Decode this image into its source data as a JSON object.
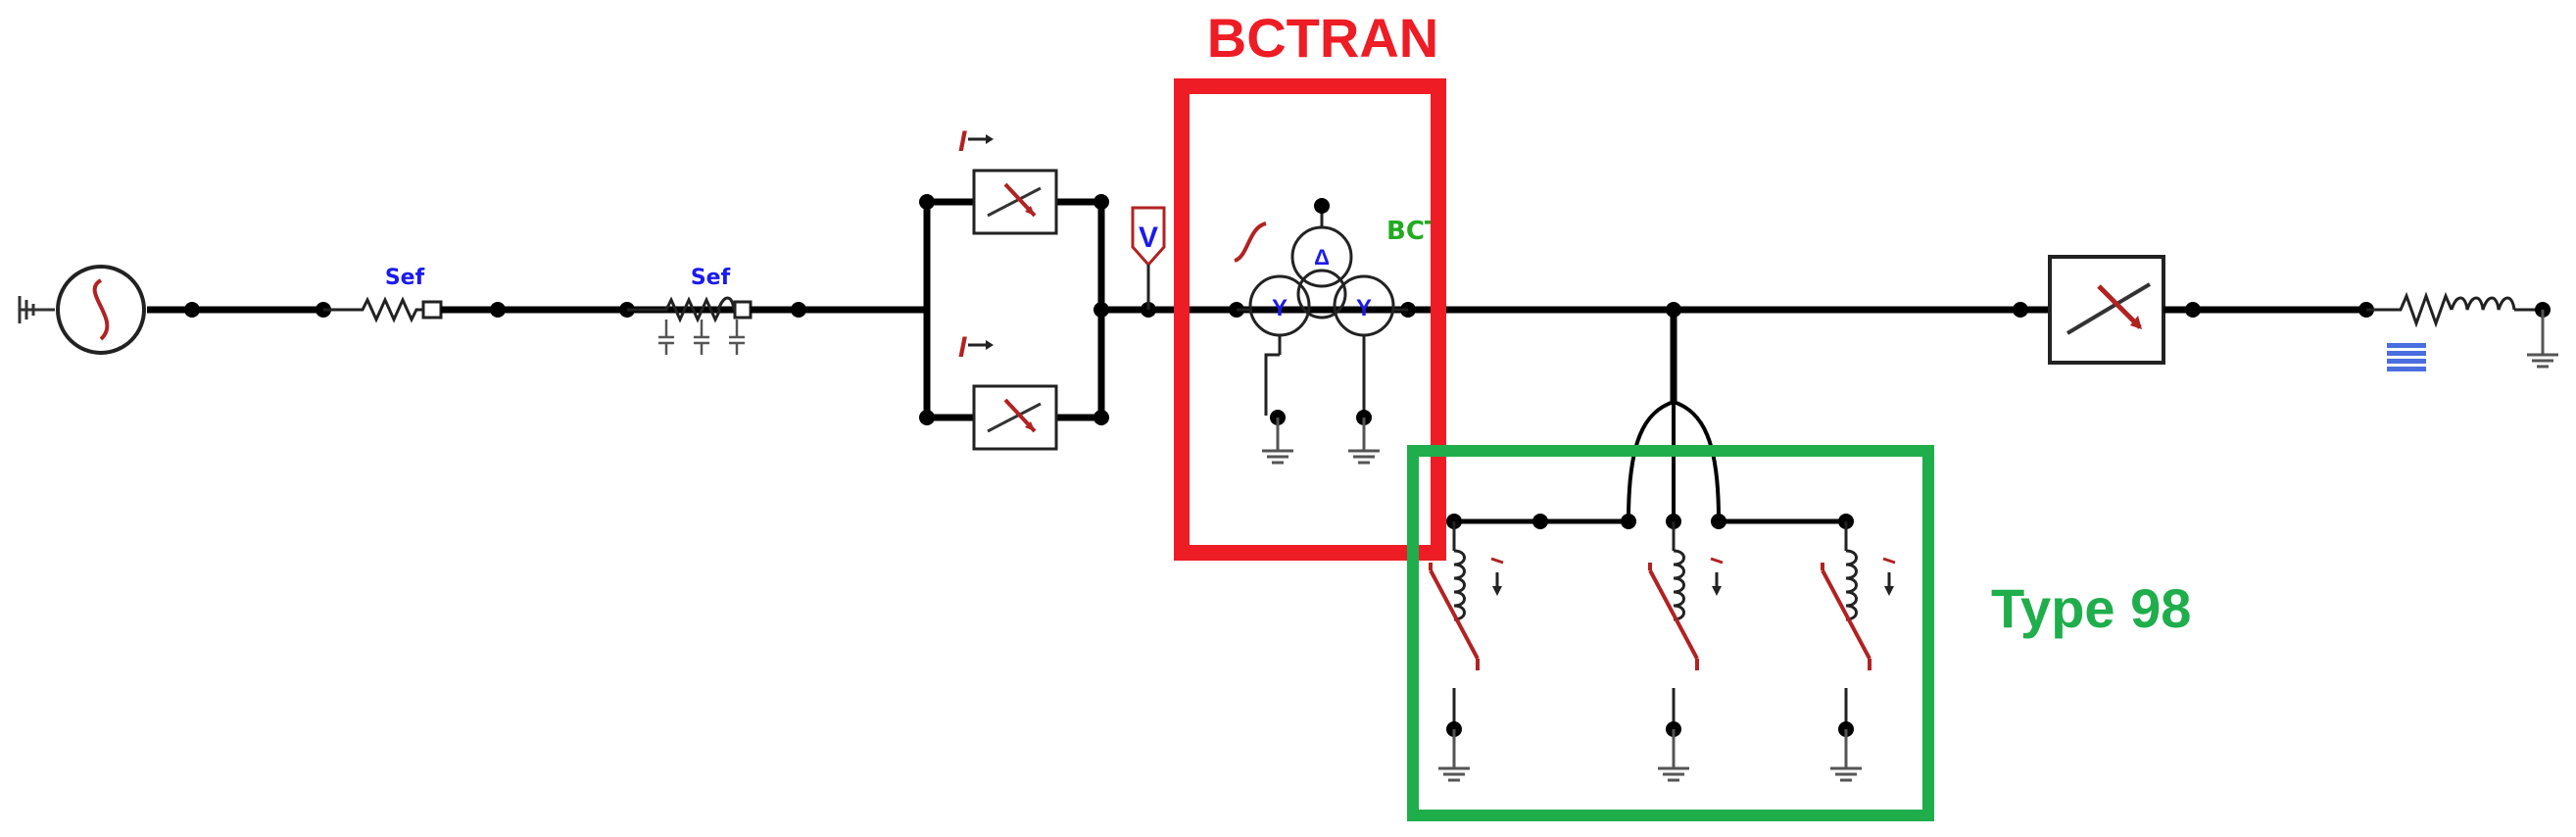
{
  "labels": {
    "bctran_title": "BCTRAN",
    "type98_title": "Type 98",
    "transformer_tag": "BCT",
    "voltage_probe": "V",
    "delta_winding": "Δ",
    "wye_winding_left": "Y",
    "wye_winding_right": "Y",
    "rl_tag_1": "Sef",
    "rl_tag_2": "Sef",
    "current_probe": "I"
  },
  "colors": {
    "wire": "#000000",
    "component": "#b22222",
    "bctran_box": "#ee1c24",
    "type98_box": "#1fae4b",
    "tag_blue": "#1a1aee",
    "tag_green": "#22aa22",
    "ground": "#6b6b6b"
  },
  "icons": {
    "source": "ac-source-icon",
    "resistor": "resistor-icon",
    "switch": "switch-icon",
    "transformer": "transformer-icon",
    "nonlinear_inductor": "nonlinear-inductor-icon",
    "ground": "ground-icon"
  }
}
